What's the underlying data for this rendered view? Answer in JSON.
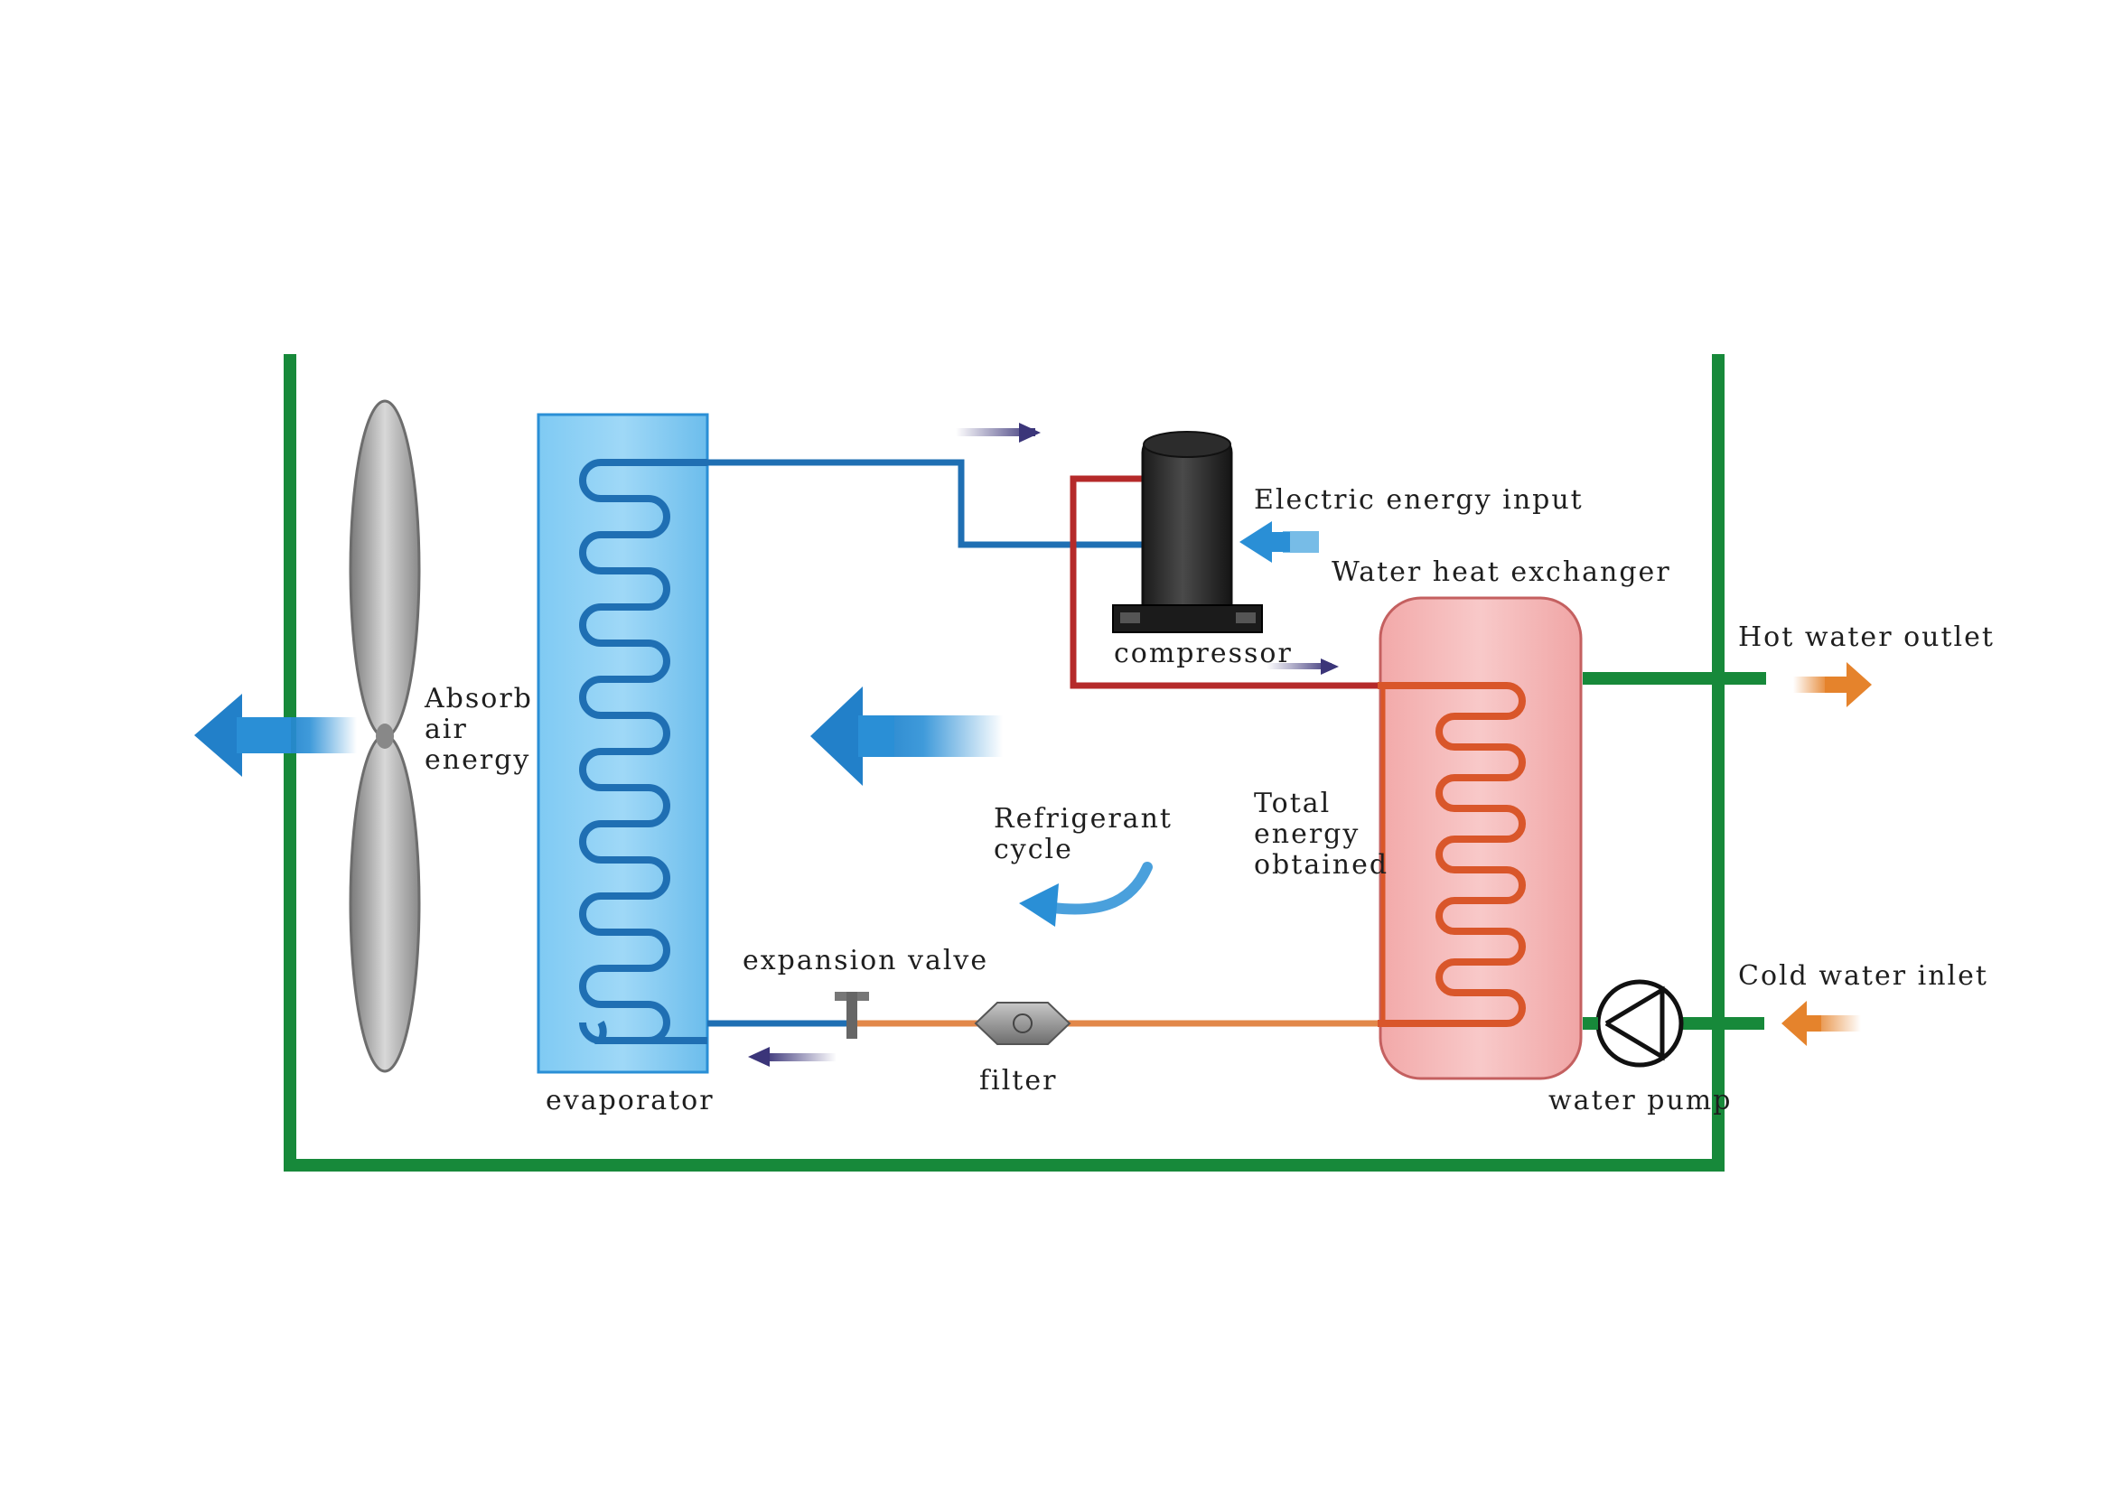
{
  "labels": {
    "absorb_air_energy": [
      "Absorb",
      "air",
      "energy"
    ],
    "evaporator": "evaporator",
    "compressor": "compressor",
    "electric_energy_input": "Electric energy input",
    "water_heat_exchanger": "Water heat exchanger",
    "hot_water_outlet": "Hot water outlet",
    "cold_water_inlet": "Cold water inlet",
    "refrigerant_cycle": [
      "Refrigerant",
      "cycle"
    ],
    "total_energy_obtained": [
      "Total",
      "energy",
      "obtained"
    ],
    "expansion_valve": "expansion valve",
    "filter": "filter",
    "water_pump": "water pump"
  },
  "colors": {
    "frame_green": "#17893a",
    "refrigerant_low_blue": "#1f6fb3",
    "refrigerant_high_red": "#b52a2a",
    "liquid_line_orange": "#e2884a",
    "evaporator_fill": "#6cc0ef",
    "exchanger_fill": "#f3b1b1",
    "exchanger_coil": "#d9562a",
    "air_arrow_blue": "#2a8fd6",
    "water_arrow_orange": "#e5832c",
    "flow_arrow_navy": "#3b3579"
  },
  "icons": {
    "fan": "fan-icon",
    "compressor": "compressor-icon",
    "expansion_valve": "expansion-valve-icon",
    "filter": "filter-icon",
    "water_pump": "pump-icon"
  }
}
